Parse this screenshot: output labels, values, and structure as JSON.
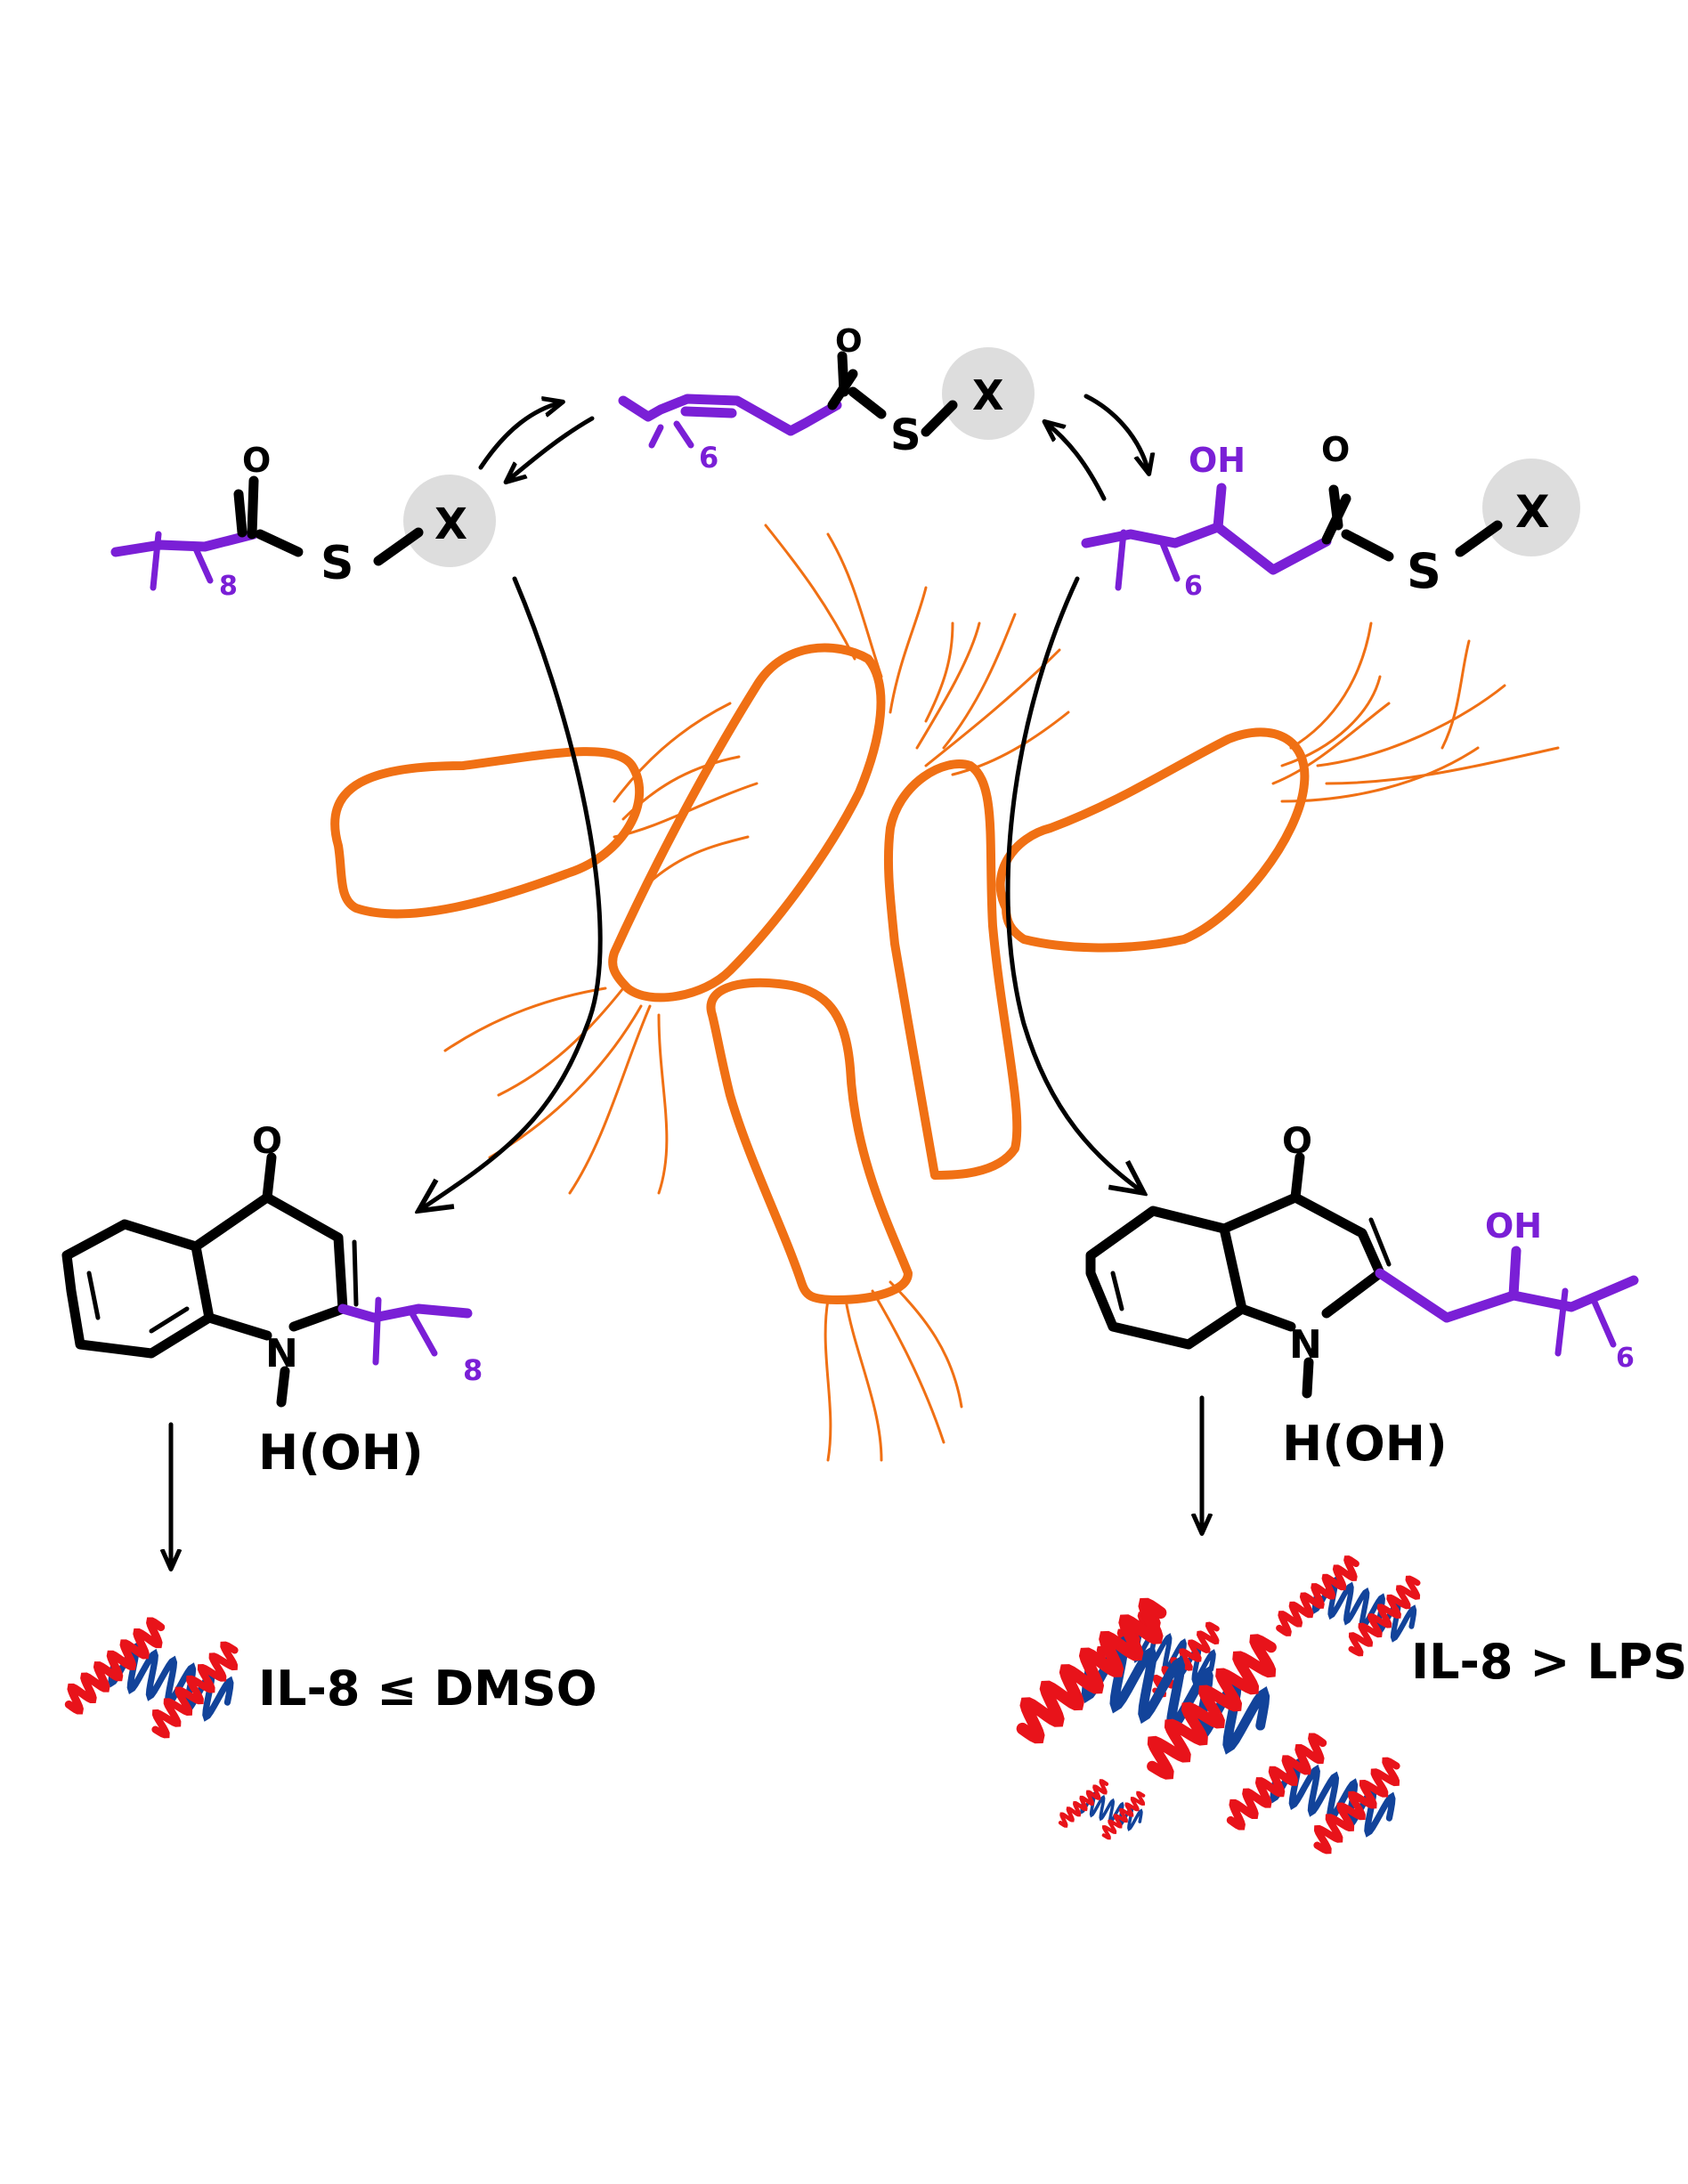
{
  "labels": {
    "top_thioester": {
      "oxygen": "O",
      "sulfur": "S",
      "x_group": "X",
      "chain_subscript": "6"
    },
    "left_thioester": {
      "oxygen": "O",
      "sulfur": "S",
      "x_group": "X",
      "chain_subscript": "8"
    },
    "right_thioester": {
      "oxygen": "O",
      "sulfur": "S",
      "x_group": "X",
      "hydroxyl": "OH",
      "chain_subscript": "6"
    },
    "left_quinolone": {
      "oxygen": "O",
      "nitrogen": "N",
      "substituent": "H(OH)",
      "chain_subscript": "8"
    },
    "right_quinolone": {
      "oxygen": "O",
      "nitrogen": "N",
      "substituent": "H(OH)",
      "hydroxyl": "OH",
      "chain_subscript": "6"
    },
    "left_result": "IL-8 ≤ DMSO",
    "right_result": "IL-8 > LPS"
  },
  "colors": {
    "structure": "#000000",
    "alkyl_chain": "#7a1fd6",
    "bacteria": "#f07014",
    "protein_helix_red": "#e8131a",
    "protein_helix_blue": "#12439a",
    "x_highlight": "#dddddd"
  },
  "icons": [
    "bacteria-cluster",
    "protein-il8-icon",
    "reaction-arrow"
  ]
}
